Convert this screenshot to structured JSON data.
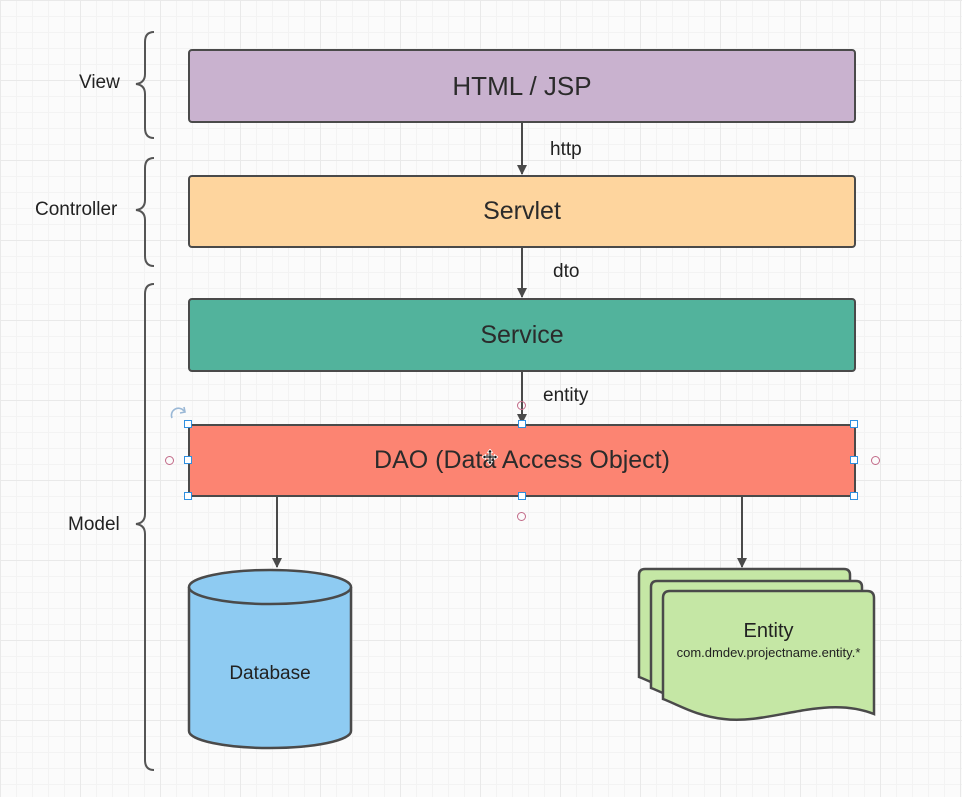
{
  "layers": {
    "view": "View",
    "controller": "Controller",
    "model": "Model"
  },
  "nodes": {
    "view": {
      "label": "HTML / JSP",
      "color": "#c9b2cf"
    },
    "controller": {
      "label": "Servlet",
      "color": "#fed59e"
    },
    "service": {
      "label": "Service",
      "color": "#52b39c"
    },
    "dao": {
      "label": "DAO (Data Access Object)",
      "color": "#fc8472"
    },
    "database": {
      "label": "Database",
      "color": "#8ecbf2"
    },
    "entity": {
      "label": "Entity",
      "sublabel": "com.dmdev.projectname.entity.*",
      "color": "#c5e7a5"
    }
  },
  "edges": {
    "view_to_controller": "http",
    "controller_to_service": "dto",
    "service_to_dao": "entity"
  },
  "selection": {
    "selected_node": "dao",
    "cursor_icon": "move-cursor-icon"
  }
}
